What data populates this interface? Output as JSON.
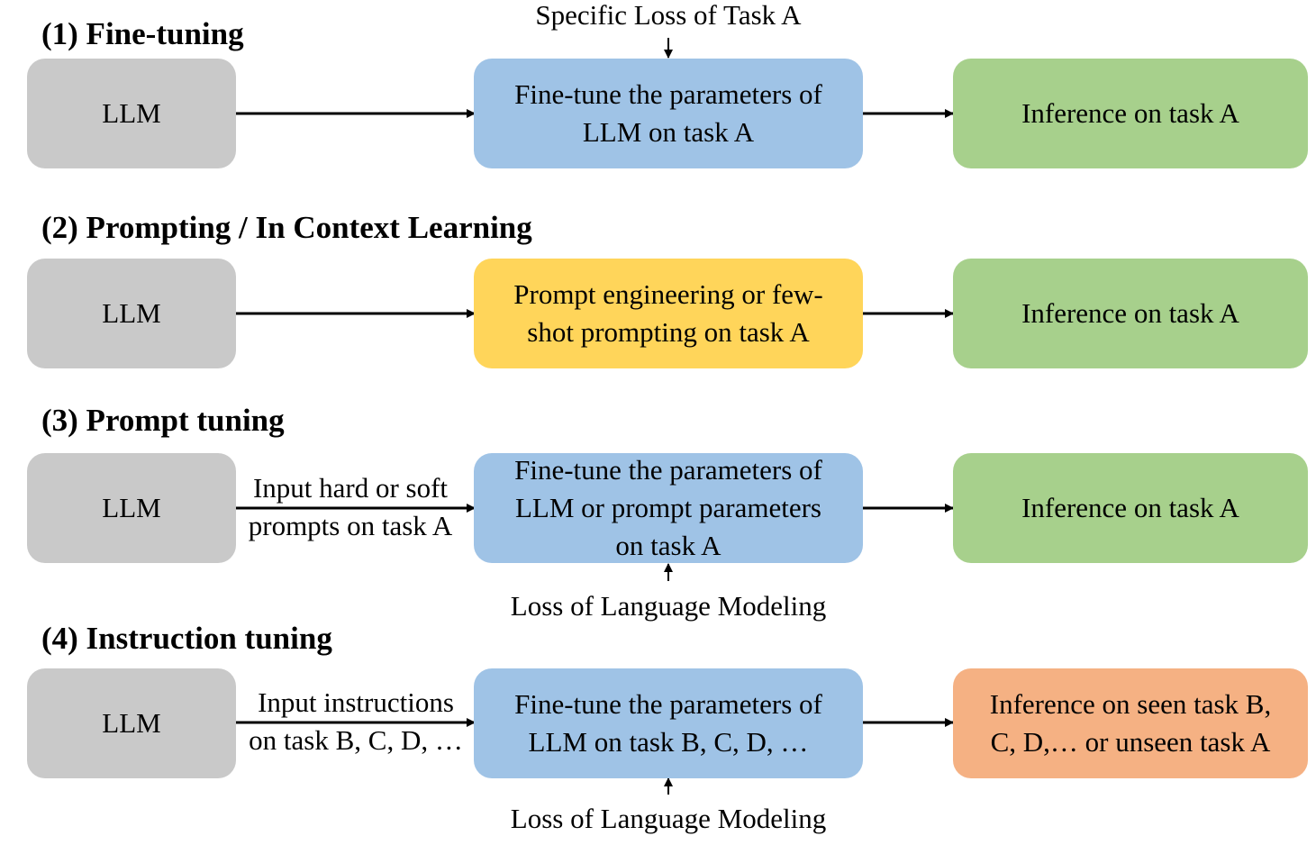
{
  "sections": [
    {
      "heading": "(1) Fine-tuning",
      "llm": "LLM",
      "middle": [
        "Fine-tune the parameters of",
        "LLM on task A"
      ],
      "right": "Inference on task A",
      "top_label": "Specific Loss of Task A"
    },
    {
      "heading": "(2) Prompting / In Context Learning",
      "llm": "LLM",
      "middle": [
        "Prompt engineering or few-",
        "shot prompting on task A"
      ],
      "right": "Inference on task A"
    },
    {
      "heading": "(3) Prompt tuning",
      "llm": "LLM",
      "edge_label": [
        "Input hard or soft",
        "prompts on task A"
      ],
      "middle": [
        "Fine-tune the parameters of",
        "LLM or prompt parameters",
        "on task A"
      ],
      "right": "Inference on task A",
      "bottom_label": "Loss of Language Modeling"
    },
    {
      "heading": "(4) Instruction tuning",
      "llm": "LLM",
      "edge_label": [
        "Input instructions",
        "on task B, C, D, …"
      ],
      "middle": [
        "Fine-tune the parameters of",
        "LLM on task B, C, D, …"
      ],
      "right": [
        "Inference on seen task B,",
        "C, D,… or unseen task A"
      ],
      "bottom_label": "Loss of Language Modeling"
    }
  ],
  "colors": {
    "llm": "#c9c9c9",
    "finetune": "#9fc3e6",
    "prompting": "#ffd55a",
    "inference": "#a7d08c",
    "instruction_inference": "#f5b183"
  }
}
